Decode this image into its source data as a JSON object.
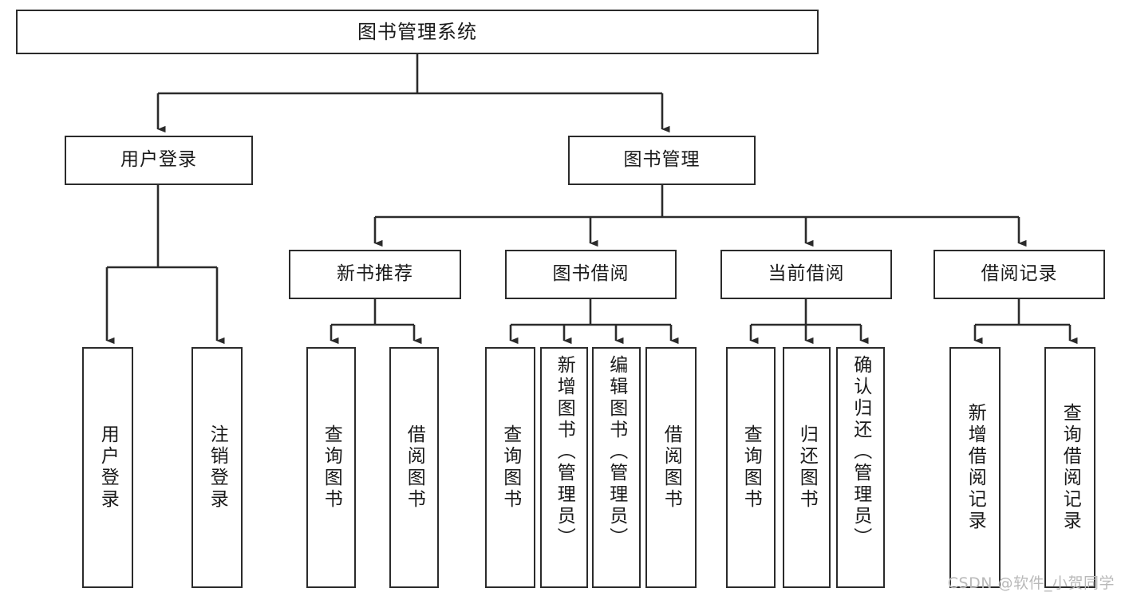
{
  "diagram": {
    "type": "tree-hierarchy",
    "title": "图书管理系统",
    "colors": {
      "box_border": "#2b2b2b",
      "box_fill": "#ffffff",
      "connector": "#2b2b2b",
      "background": "#ffffff",
      "watermark": "#b9b9b9"
    },
    "levels": {
      "root": {
        "label": "图书管理系统"
      },
      "level2": [
        {
          "label": "用户登录"
        },
        {
          "label": "图书管理"
        }
      ],
      "level3": [
        {
          "label": "新书推荐"
        },
        {
          "label": "图书借阅"
        },
        {
          "label": "当前借阅"
        },
        {
          "label": "借阅记录"
        }
      ],
      "leaves": {
        "user_login": [
          {
            "label": "用户登录"
          },
          {
            "label": "注销登录"
          }
        ],
        "new_book_recommend": [
          {
            "label": "查询图书"
          },
          {
            "label": "借阅图书"
          }
        ],
        "book_borrow": [
          {
            "label": "查询图书"
          },
          {
            "label": "新增图书（管理员）"
          },
          {
            "label": "编辑图书（管理员）"
          },
          {
            "label": "借阅图书"
          }
        ],
        "current_borrow": [
          {
            "label": "查询图书"
          },
          {
            "label": "归还图书"
          },
          {
            "label": "确认归还（管理员）"
          }
        ],
        "borrow_record": [
          {
            "label": "新增借阅记录"
          },
          {
            "label": "查询借阅记录"
          }
        ]
      }
    }
  },
  "watermark": {
    "text": "CSDN @软件_小贺同学"
  }
}
